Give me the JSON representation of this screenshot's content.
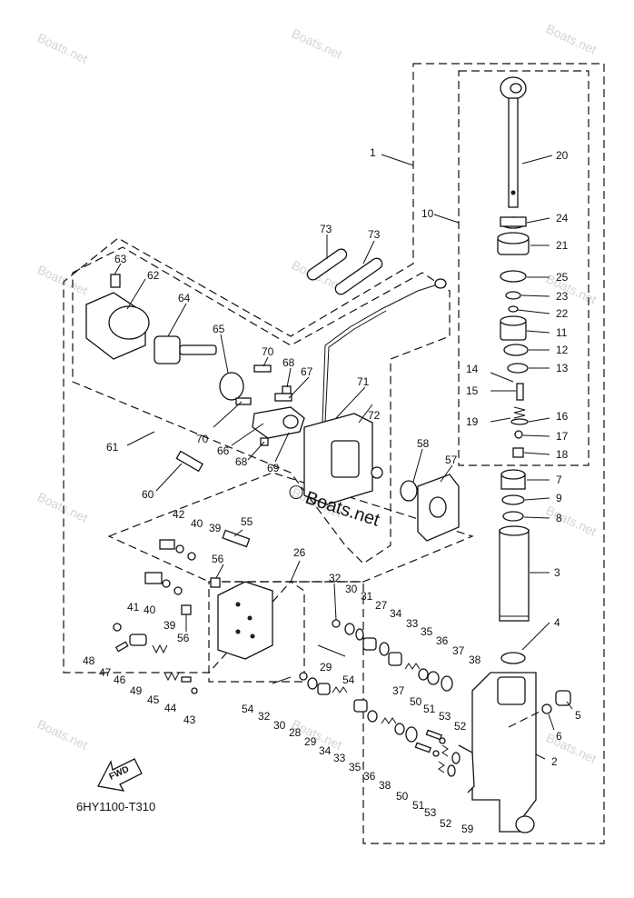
{
  "diagram": {
    "code": "6HY1100-T310",
    "brand_watermark": "Boats.net",
    "fwd_label": "FWD",
    "watermarks": [
      "Boats.net",
      "Boats.net",
      "Boats.net",
      "Boats.net",
      "Boats.net",
      "Boats.net",
      "Boats.net",
      "Boats.net",
      "Boats.net",
      "Boats.net",
      "Boats.net",
      "Boats.net"
    ],
    "callouts": [
      "1",
      "2",
      "3",
      "4",
      "5",
      "6",
      "7",
      "8",
      "9",
      "10",
      "11",
      "12",
      "13",
      "14",
      "15",
      "16",
      "17",
      "18",
      "19",
      "20",
      "21",
      "22",
      "23",
      "24",
      "25",
      "26",
      "27",
      "28",
      "29",
      "29",
      "30",
      "30",
      "31",
      "32",
      "32",
      "33",
      "33",
      "34",
      "34",
      "35",
      "35",
      "36",
      "36",
      "37",
      "37",
      "38",
      "38",
      "39",
      "39",
      "40",
      "40",
      "41",
      "42",
      "43",
      "44",
      "45",
      "46",
      "47",
      "48",
      "49",
      "50",
      "50",
      "51",
      "51",
      "52",
      "52",
      "53",
      "53",
      "54",
      "54",
      "55",
      "56",
      "56",
      "57",
      "58",
      "59",
      "60",
      "61",
      "62",
      "63",
      "64",
      "65",
      "66",
      "67",
      "68",
      "68",
      "69",
      "70",
      "70",
      "71",
      "72",
      "73",
      "73"
    ]
  }
}
